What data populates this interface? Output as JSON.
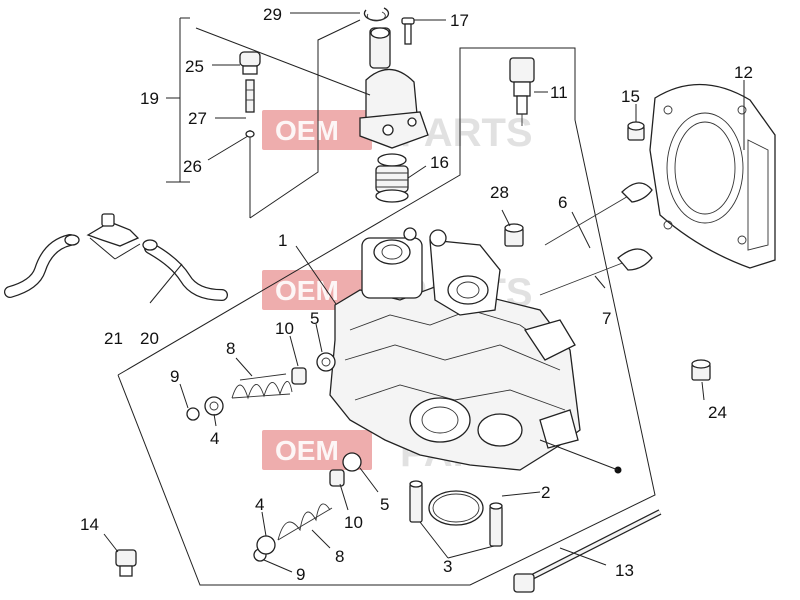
{
  "watermark": {
    "brand_left": "OEM",
    "brand_right": "PARTS"
  },
  "callouts": {
    "c1": "1",
    "c2": "2",
    "c3": "3",
    "c4a": "4",
    "c4b": "4",
    "c5a": "5",
    "c5b": "5",
    "c6": "6",
    "c7": "7",
    "c8a": "8",
    "c8b": "8",
    "c9a": "9",
    "c9b": "9",
    "c10a": "10",
    "c10b": "10",
    "c11": "11",
    "c12": "12",
    "c13": "13",
    "c14": "14",
    "c15": "15",
    "c16": "16",
    "c17": "17",
    "c19": "19",
    "c20": "20",
    "c21": "21",
    "c24": "24",
    "c25": "25",
    "c26": "26",
    "c27": "27",
    "c28": "28",
    "c29": "29"
  }
}
